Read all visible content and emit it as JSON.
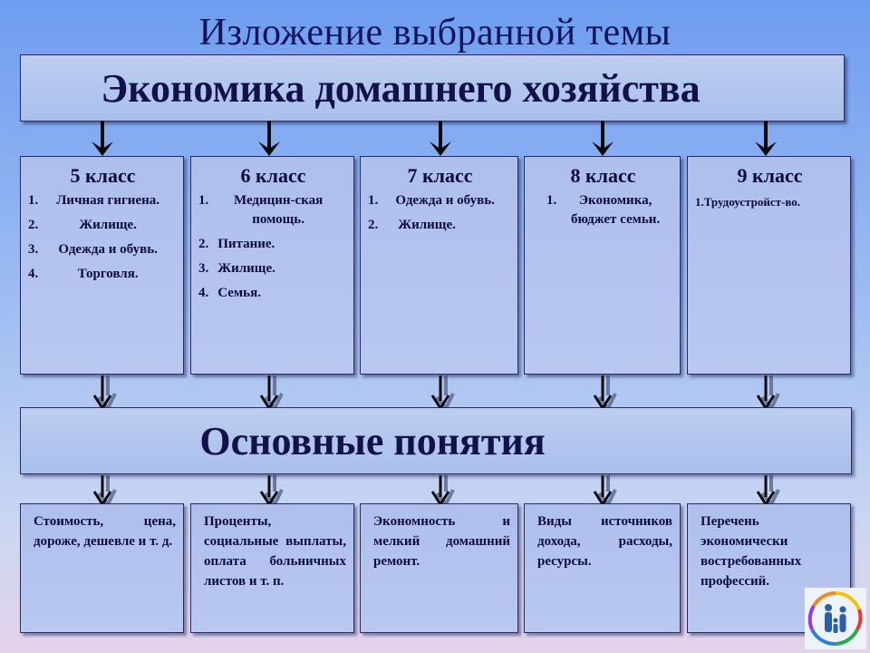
{
  "page_title": "Изложение выбранной темы",
  "main_topic": "Экономика домашнего хозяйства",
  "concepts_title": "Основные понятия",
  "grades": [
    {
      "title": "5 класс",
      "items": [
        {
          "num": "1.",
          "text": "Личная гигиена."
        },
        {
          "num": "2.",
          "text": "Жилище."
        },
        {
          "num": "3.",
          "text": "Одежда и обувь."
        },
        {
          "num": "4.",
          "text": "Торговля."
        }
      ]
    },
    {
      "title": "6 класс",
      "items": [
        {
          "num": "1.",
          "text": "Медицин-ская помощь."
        },
        {
          "num": "2.",
          "text": "Питание."
        },
        {
          "num": "3.",
          "text": "Жилище."
        },
        {
          "num": "4.",
          "text": "Семья."
        }
      ]
    },
    {
      "title": "7 класс",
      "items": [
        {
          "num": "1.",
          "text": "Одежда и обувь."
        },
        {
          "num": "2.",
          "text": "Жилище."
        }
      ]
    },
    {
      "title": "8 класс",
      "items": [
        {
          "num": "1.",
          "text": "Экономика, бюджет семьи."
        }
      ]
    },
    {
      "title": "9 класс",
      "items": [
        {
          "num": "1.",
          "text": "Трудоустройст-во."
        }
      ]
    }
  ],
  "concepts": [
    "Стоимость, цена, дороже, дешевле и т. д.",
    "Проценты, социальные выплаты, оплата больничных листов и т. п.",
    "Экономность и мелкий домашний ремонт.",
    "Виды источников дохода, расходы, ресурсы.",
    "Перечень экономически востребованных профессий."
  ],
  "colors": {
    "box_fill": "#b3c4ee",
    "border": "#2a2a60",
    "text": "#0d0d3a",
    "arrow_black": "#0a0a0a",
    "arrow_shadow": "#6a7aa0"
  },
  "logo_icon": "family-icon"
}
